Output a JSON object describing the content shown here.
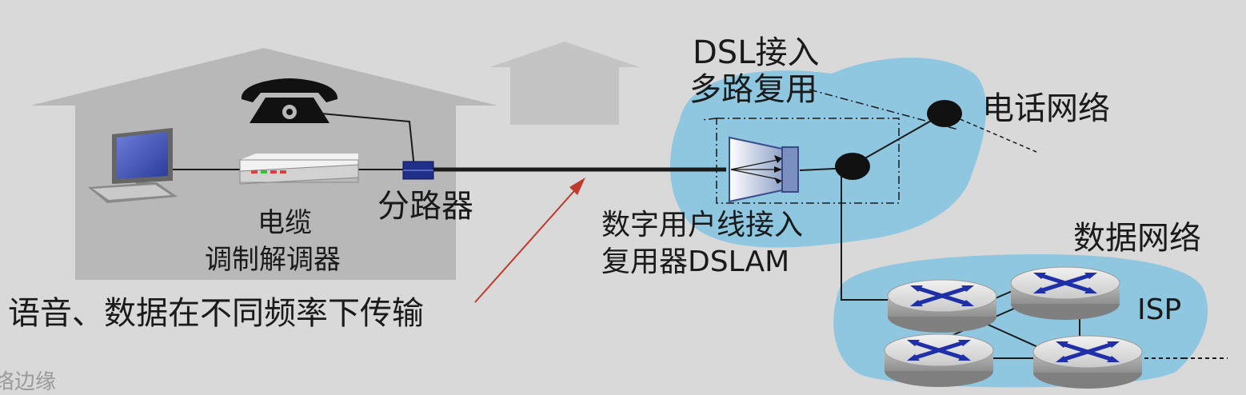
{
  "labels": {
    "dsl_mux_line1": "DSL接入",
    "dsl_mux_line2": "多路复用",
    "phone_network": "电话网络",
    "splitter": "分路器",
    "modem_line1": "电缆",
    "modem_line2": "调制解调器",
    "dslam_line1": "数字用户线接入",
    "dslam_line2": "复用器DSLAM",
    "data_network": "数据网络",
    "isp": "ISP",
    "voice_data_note": "语音、数据在不同频率下传输",
    "footer_fragment": "络边缘"
  },
  "colors": {
    "background": "#d9d9d9",
    "house": "#b8b8b8",
    "cloud": "#8ec7df",
    "splitter": "#1f2f8a",
    "arrow": "#c0392b",
    "router_arrows": "#1f2fa8"
  },
  "icons": [
    "computer-icon",
    "telephone-icon",
    "modem-icon",
    "splitter-icon",
    "dslam-icon",
    "router-icon"
  ]
}
